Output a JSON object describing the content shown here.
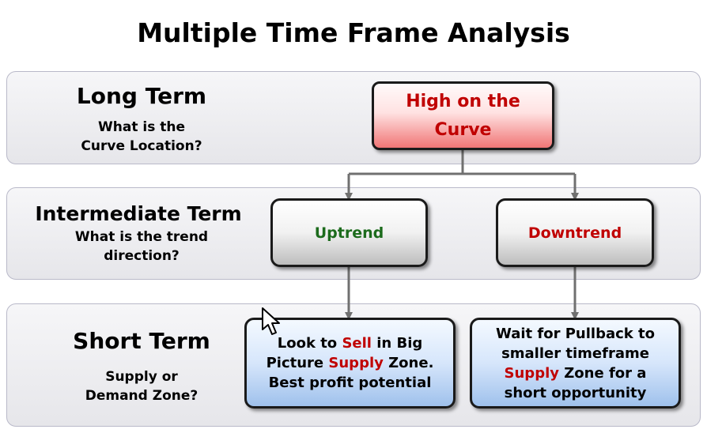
{
  "title": "Multiple Time Frame Analysis",
  "rows": {
    "long": {
      "title": "Long Term",
      "subtitle_line1": "What is the",
      "subtitle_line2": "Curve Location?"
    },
    "intermediate": {
      "title": "Intermediate Term",
      "subtitle_line1": "What is the trend",
      "subtitle_line2": "direction?"
    },
    "short": {
      "title": "Short Term",
      "subtitle_line1": "Supply or",
      "subtitle_line2": "Demand Zone?"
    }
  },
  "boxes": {
    "curve": {
      "line1": "High on the",
      "line2": "Curve"
    },
    "uptrend": {
      "label": "Uptrend"
    },
    "downtrend": {
      "label": "Downtrend"
    },
    "sell": {
      "l1a": "Look to ",
      "l1b": "Sell",
      "l1c": " in Big",
      "l2a": "Picture ",
      "l2b": "Supply",
      "l2c": " Zone.",
      "l3": "Best profit potential"
    },
    "pullback": {
      "l1": "Wait for Pullback to",
      "l2": "smaller timeframe",
      "l3a": "Supply",
      "l3b": " Zone for a",
      "l4": "short opportunity"
    }
  },
  "colors": {
    "highlight_red": "#c00000",
    "uptrend_green": "#1c6b1c",
    "connector": "#707070"
  },
  "icons": {
    "cursor": "mouse-pointer-icon"
  }
}
